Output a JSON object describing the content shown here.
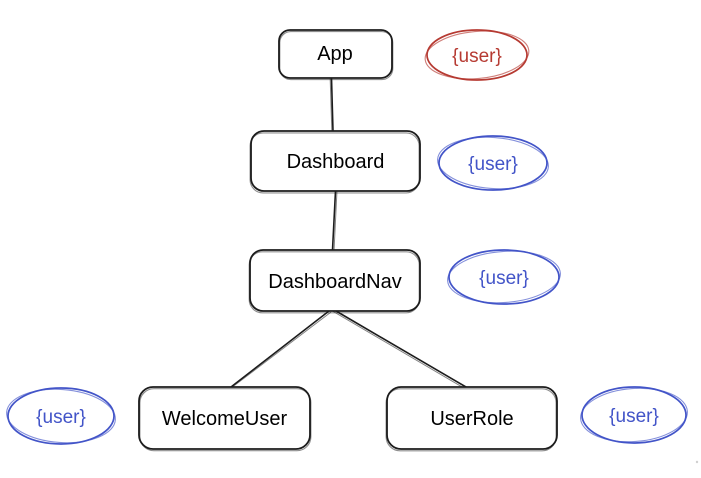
{
  "diagram": {
    "type": "component-tree",
    "colors": {
      "background": "#ffffff",
      "node_fill": "#ffffff",
      "node_border": "#1c1c1c",
      "node_text": "#000000",
      "edge": "#1c1c1c",
      "annotation_red": "#b63a32",
      "annotation_blue": "#4254c8"
    },
    "nodes": [
      {
        "id": "app",
        "label": "App"
      },
      {
        "id": "dashboard",
        "label": "Dashboard"
      },
      {
        "id": "dashboard-nav",
        "label": "DashboardNav"
      },
      {
        "id": "welcome-user",
        "label": "WelcomeUser"
      },
      {
        "id": "user-role",
        "label": "UserRole"
      }
    ],
    "edges": [
      {
        "from": "App",
        "to": "Dashboard"
      },
      {
        "from": "Dashboard",
        "to": "DashboardNav"
      },
      {
        "from": "DashboardNav",
        "to": "WelcomeUser"
      },
      {
        "from": "DashboardNav",
        "to": "UserRole"
      }
    ],
    "annotations": [
      {
        "label": "{user}",
        "target": "App",
        "color": "red"
      },
      {
        "label": "{user}",
        "target": "Dashboard",
        "color": "blue"
      },
      {
        "label": "{user}",
        "target": "DashboardNav",
        "color": "blue"
      },
      {
        "label": "{user}",
        "target": "WelcomeUser",
        "color": "blue"
      },
      {
        "label": "{user}",
        "target": "UserRole",
        "color": "blue"
      }
    ]
  }
}
